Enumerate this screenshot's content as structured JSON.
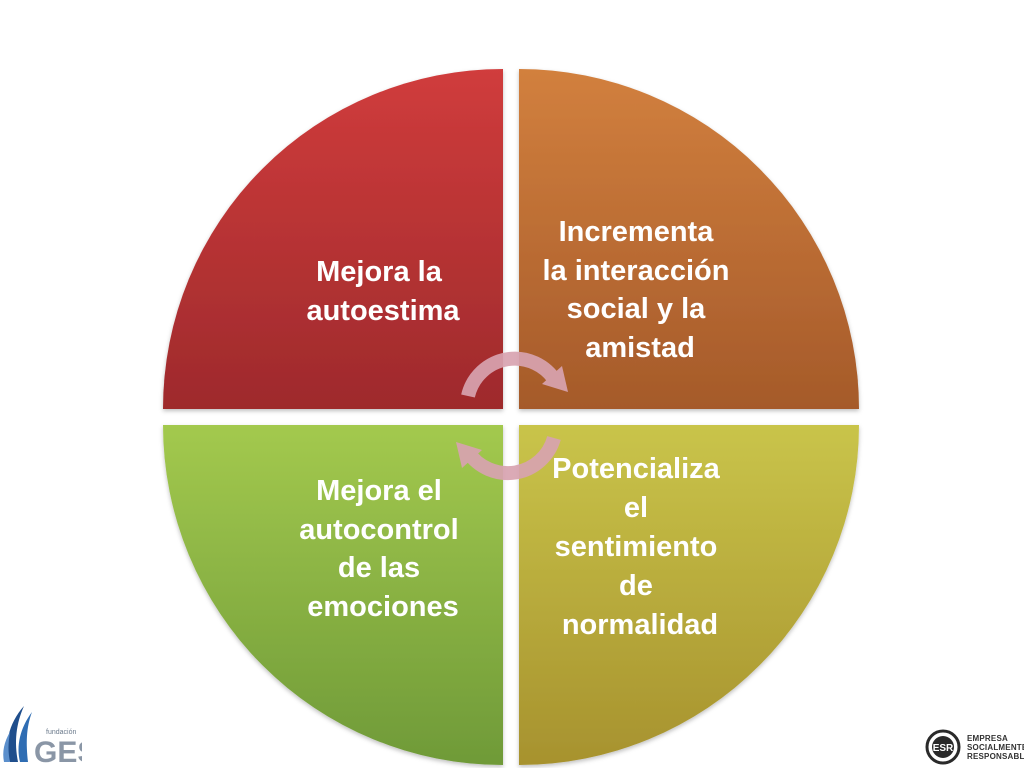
{
  "quadrants": [
    {
      "lines": [
        "Mejora la",
        "autoestima"
      ]
    },
    {
      "lines": [
        "Incrementa",
        "la interacción",
        "social y la",
        "amistad"
      ]
    },
    {
      "lines": [
        "Mejora el",
        "autocontrol",
        "de las",
        "emociones"
      ]
    },
    {
      "lines": [
        "Potencializa",
        "el",
        "sentimiento",
        "de",
        "normalidad"
      ]
    }
  ],
  "colors": {
    "red_top": "#d03c3c",
    "red_bottom": "#9e2a2c",
    "orange_top": "#d2803e",
    "orange_bottom": "#a55a2a",
    "green_top": "#a3c94e",
    "green_bottom": "#6f9a38",
    "olive_top": "#c9c44a",
    "olive_bottom": "#a7922e",
    "arrow": "#d4a0ad"
  },
  "logos": {
    "left_small_text": "fundación",
    "left_main_text": "GES",
    "right_badge_text": "ESR",
    "right_lines": [
      "EMPRESA",
      "SOCIALMENTE",
      "RESPONSABLE"
    ]
  }
}
